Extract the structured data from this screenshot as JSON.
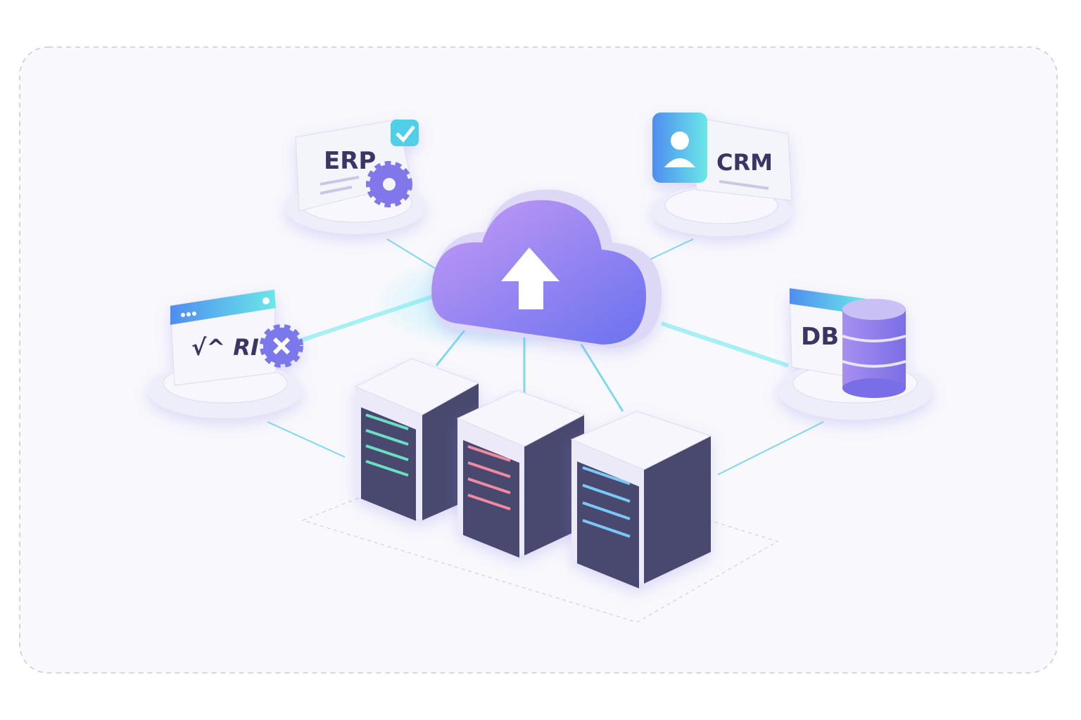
{
  "nodes": {
    "erp": {
      "label": "ERP"
    },
    "crm": {
      "label": "CRM"
    },
    "api": {
      "label": "√^ RI"
    },
    "db": {
      "label": "DB"
    }
  },
  "icons": {
    "cloud": "cloud-upload-icon",
    "erp_badge": "checkmark-icon",
    "erp_gear": "gear-icon",
    "crm_avatar": "user-icon",
    "api_gear": "gear-x-icon",
    "db_cylinder": "database-icon"
  },
  "colors": {
    "accent_purple": "#8b78f0",
    "accent_cyan": "#5ee0f0",
    "dark_panel": "#4a4870",
    "label_text": "#3a3566"
  }
}
